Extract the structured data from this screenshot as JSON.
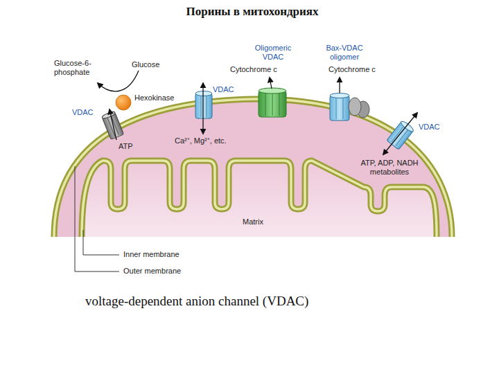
{
  "diagram": {
    "title": "Порины в митохондриях",
    "caption": "voltage-dependent anion channel (VDAC)",
    "labels": [
      "Glucose-6-phosphate",
      "Glucose",
      "Hexokinase",
      "VDAC",
      "ATP",
      "VDAC",
      "Ca²⁺, Mg²⁺, etc.",
      "Oligomeric VDAC",
      "Cytochrome c",
      "Bax-VDAC oligomer",
      "Cytochrome c",
      "VDAC",
      "ATP, ADP, NADH metabolites",
      "Matrix",
      "Inner membrane",
      "Outer membrane"
    ]
  }
}
